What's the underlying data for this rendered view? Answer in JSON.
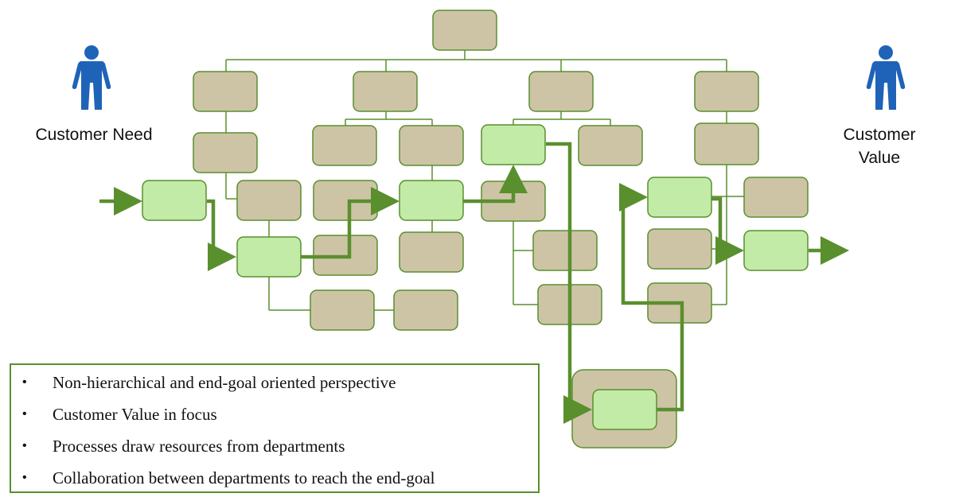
{
  "labels": {
    "customer_need": "Customer Need",
    "customer_value": "Customer Value"
  },
  "bullets": [
    "Non-hierarchical and end-goal oriented perspective",
    "Customer Value in focus",
    "Processes draw resources from departments",
    "Collaboration between departments to reach the end-goal"
  ],
  "colors": {
    "department_box": "#cdc4a6",
    "process_box": "#c2eba7",
    "flow_arrow": "#5a8f2e",
    "person_icon": "#1f63b8"
  },
  "icons": [
    "customer-person-icon",
    "customer-person-icon"
  ]
}
